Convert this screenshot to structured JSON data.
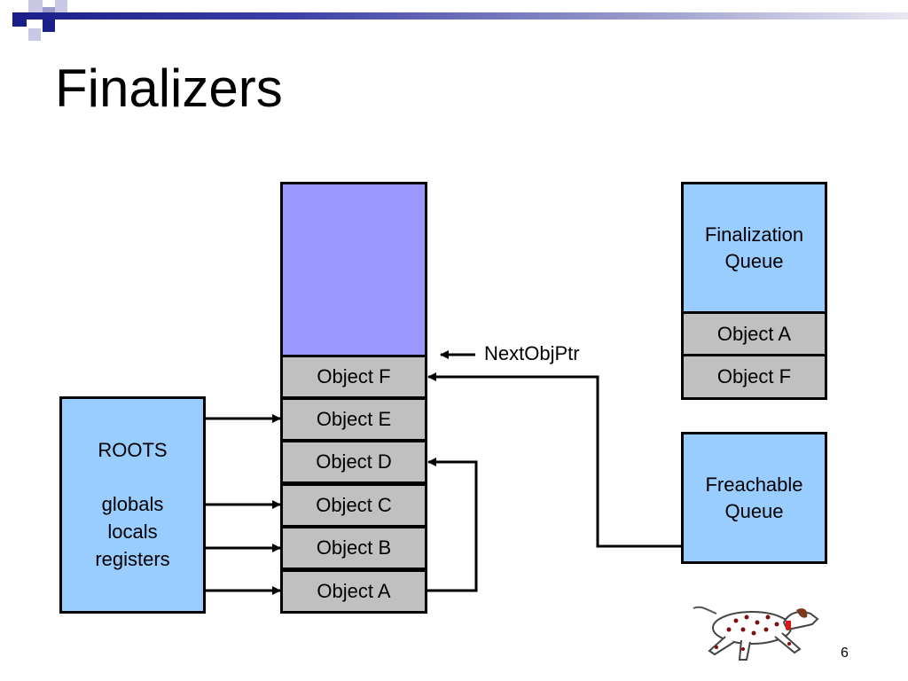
{
  "title": "Finalizers",
  "roots": {
    "heading": "ROOTS",
    "items": [
      "globals",
      "locals",
      "registers"
    ]
  },
  "heap": {
    "objects": [
      "Object F",
      "Object E",
      "Object D",
      "Object C",
      "Object B",
      "Object A"
    ],
    "pointer_label": "NextObjPtr"
  },
  "finalization_queue": {
    "title": "Finalization Queue",
    "objects": [
      "Object A",
      "Object F"
    ]
  },
  "freachable_queue": {
    "title": "Freachable Queue"
  },
  "page_number": "6",
  "colors": {
    "roots_fill": "#99ccff",
    "heap_free": "#9999ff",
    "object_fill": "#c0c0c0",
    "header_bar": "#1b1f8a"
  }
}
